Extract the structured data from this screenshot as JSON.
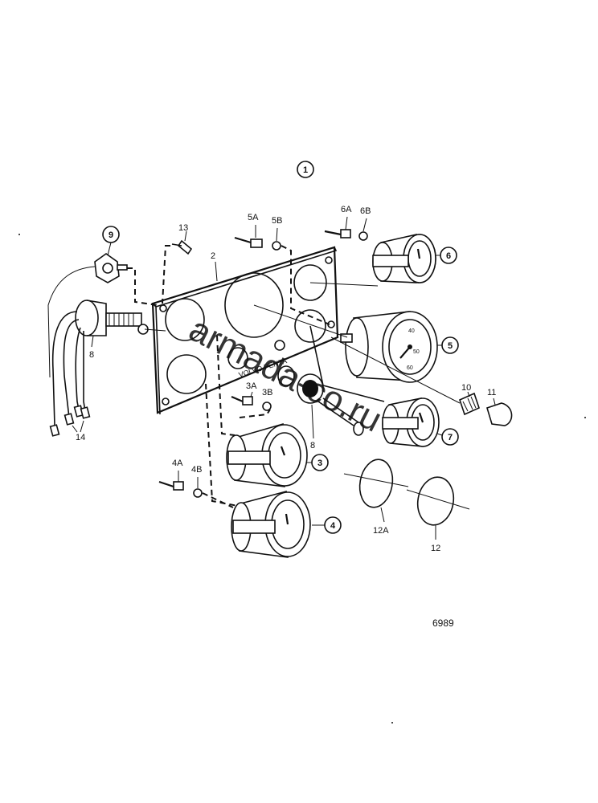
{
  "figure_number": "1",
  "drawing_number": "6989",
  "panel_text": "VOLVO PENTA",
  "watermark": "armada-co.ru",
  "callouts": {
    "c2": "2",
    "c3": "3",
    "c3a": "3A",
    "c3b": "3B",
    "c4": "4",
    "c4a": "4A",
    "c4b": "4B",
    "c5": "5",
    "c5a": "5A",
    "c5b": "5B",
    "c6": "6",
    "c6a": "6A",
    "c6b": "6B",
    "c7": "7",
    "c8a": "8",
    "c8b": "8",
    "c9": "9",
    "c10": "10",
    "c11": "11",
    "c12": "12",
    "c12a": "12A",
    "c13": "13",
    "c14": "14"
  },
  "gauge_scale": {
    "s40": "40",
    "s50": "50",
    "s60": "60"
  },
  "colors": {
    "ink": "#111111",
    "watermark": "#e78fd0",
    "background": "#ffffff"
  }
}
